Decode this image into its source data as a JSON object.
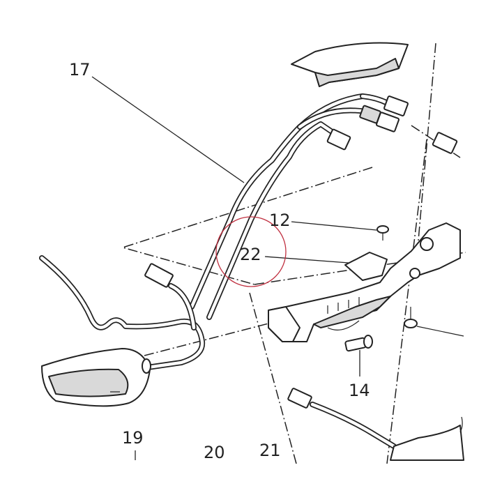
{
  "diagram": {
    "callouts": {
      "c17": "17",
      "c12": "12",
      "c22": "22",
      "c14": "14",
      "c19": "19",
      "c20": "20",
      "c21": "21"
    },
    "highlight_color": "#c03040",
    "line_color": "#222222"
  }
}
